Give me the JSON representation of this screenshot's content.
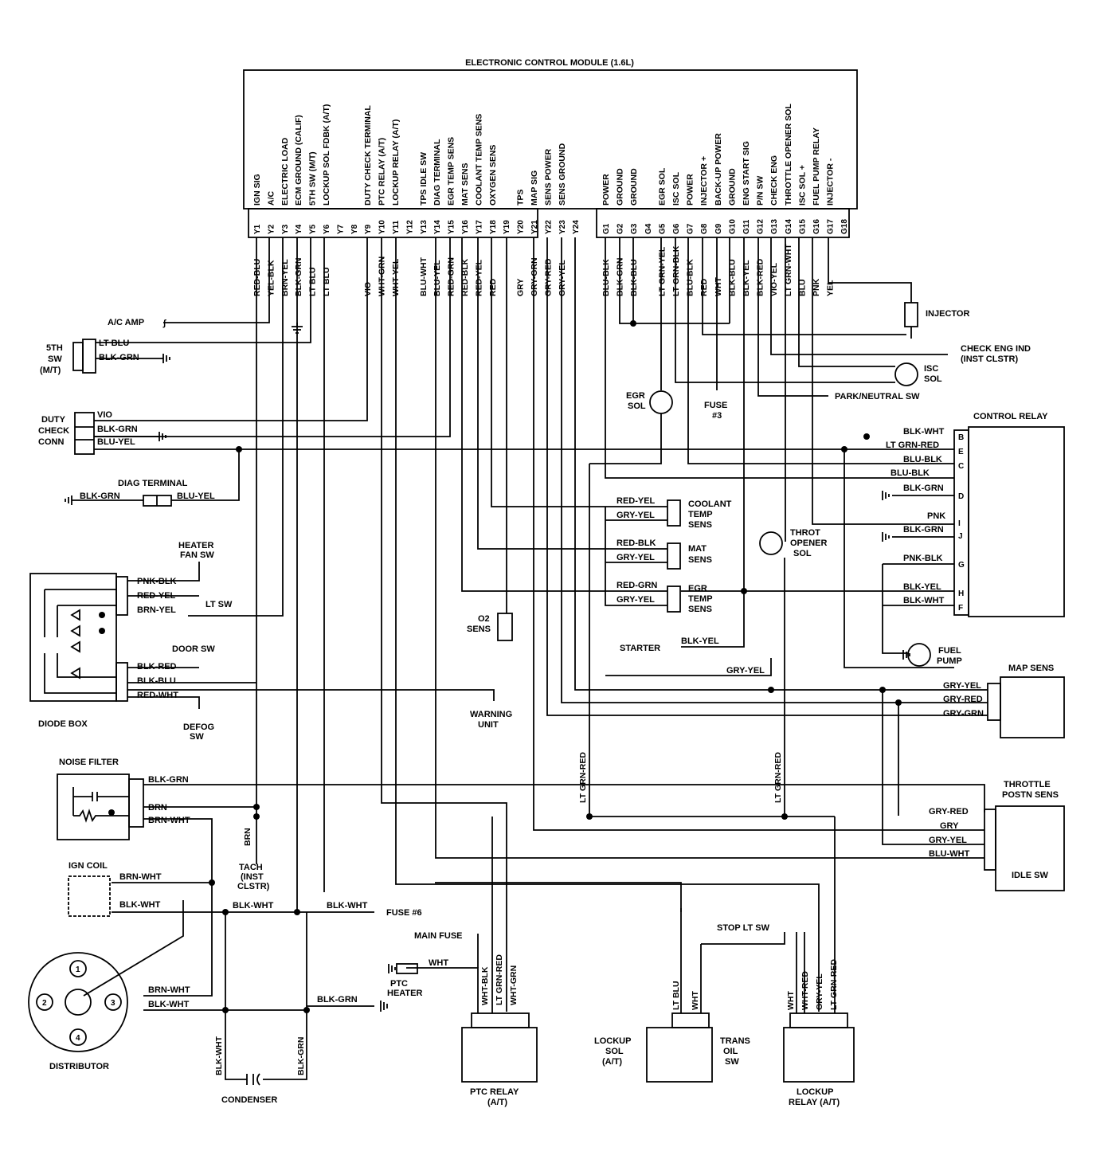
{
  "ecm": {
    "title": "ELECTRONIC CONTROL MODULE (1.6L)",
    "functions_y": [
      "IGN SIG",
      "A/C",
      "ELECTRIC LOAD",
      "ECM GROUND (CALIF)",
      "5TH SW (M/T)",
      "LOCKUP SOL FDBK (A/T)",
      "",
      "",
      "DUTY CHECK TERMINAL",
      "PTC RELAY (A/T)",
      "LOCKUP RELAY (A/T)",
      "",
      "TPS IDLE SW",
      "DIAG TERMINAL",
      "EGR TEMP SENS",
      "MAT SENS",
      "COOLANT TEMP SENS",
      "OXYGEN SENS",
      "",
      "TPS",
      "MAP SIG",
      "SENS POWER",
      "SENS GROUND"
    ],
    "pins_y": [
      "Y1",
      "Y2",
      "Y3",
      "Y4",
      "Y5",
      "Y6",
      "Y7",
      "Y8",
      "Y9",
      "Y10",
      "Y11",
      "Y12",
      "Y13",
      "Y14",
      "Y15",
      "Y16",
      "Y17",
      "Y18",
      "Y19",
      "Y20",
      "Y21",
      "Y22",
      "Y23",
      "Y24"
    ],
    "wires_y": [
      "RED-BLU",
      "YEL-BLK",
      "BRN-YEL",
      "BLK-GRN",
      "LT BLU",
      "LT BLU",
      "",
      "",
      "VIO",
      "WHT-GRN",
      "WHT-YEL",
      "",
      "BLU-WHT",
      "BLU-YEL",
      "RED-GRN",
      "RED-BLK",
      "RED-YEL",
      "RED",
      "",
      "GRY",
      "GRY-GRN",
      "GRY-RED",
      "GRY-YEL",
      ""
    ],
    "functions_g": [
      "POWER",
      "GROUND",
      "GROUND",
      "",
      "EGR SOL",
      "ISC SOL",
      "POWER",
      "INJECTOR +",
      "BACK-UP POWER",
      "GROUND",
      "ENG START SIG",
      "P/N SW",
      "CHECK ENG",
      "THROTTLE OPENER SOL",
      "ISC SOL +",
      "FUEL PUMP RELAY",
      "INJECTOR -",
      ""
    ],
    "pins_g": [
      "G1",
      "G2",
      "G3",
      "G4",
      "G5",
      "G6",
      "G7",
      "G8",
      "G9",
      "G10",
      "G11",
      "G12",
      "G13",
      "G14",
      "G15",
      "G16",
      "G17",
      "G18"
    ],
    "wires_g": [
      "BLU-BLK",
      "BLK-GRN",
      "BLK-BLU",
      "",
      "LT GRN-YEL",
      "LT GRN-BLK",
      "BLU-BLK",
      "RED",
      "WHT",
      "BLK-BLU",
      "BLK-YEL",
      "BLK-RED",
      "VIO-YEL",
      "LT GRN-WHT",
      "BLU",
      "PNK",
      "YEL",
      ""
    ]
  },
  "components": {
    "ac_amp": "A/C AMP",
    "fifth_sw": [
      "5TH",
      "SW",
      "(M/T)"
    ],
    "duty_check": [
      "DUTY",
      "CHECK",
      "CONN"
    ],
    "diag_terminal": "DIAG TERMINAL",
    "heater_fan_sw": [
      "HEATER",
      "FAN SW"
    ],
    "lt_sw": "LT SW",
    "door_sw": "DOOR SW",
    "defog_sw": [
      "DEFOG",
      "SW"
    ],
    "diode_box": "DIODE BOX",
    "warning_unit": [
      "WARNING",
      "UNIT"
    ],
    "noise_filter": "NOISE FILTER",
    "tach": [
      "TACH",
      "(INST",
      "CLSTR)"
    ],
    "ign_coil": "IGN COIL",
    "distributor": "DISTRIBUTOR",
    "distributor_terminals": [
      "1",
      "2",
      "3",
      "4"
    ],
    "condenser": "CONDENSER",
    "fuse6": "FUSE #6",
    "main_fuse": "MAIN FUSE",
    "ptc_heater": [
      "PTC",
      "HEATER"
    ],
    "ptc_relay": [
      "PTC RELAY",
      "(A/T)"
    ],
    "stop_lt_sw": "STOP LT SW",
    "lockup_sol": [
      "LOCKUP",
      "SOL",
      "(A/T)"
    ],
    "trans_oil_sw": [
      "TRANS",
      "OIL",
      "SW"
    ],
    "lockup_relay": [
      "LOCKUP",
      "RELAY (A/T)"
    ],
    "o2_sens": [
      "O2",
      "SENS"
    ],
    "starter": "STARTER",
    "coolant_temp_sens": [
      "COOLANT",
      "TEMP",
      "SENS"
    ],
    "mat_sens": [
      "MAT",
      "SENS"
    ],
    "egr_temp_sens": [
      "EGR",
      "TEMP",
      "SENS"
    ],
    "egr_sol": [
      "EGR",
      "SOL"
    ],
    "fuse3": [
      "FUSE",
      "#3"
    ],
    "injector": "INJECTOR",
    "check_eng_ind": [
      "CHECK ENG IND",
      "(INST CLSTR)"
    ],
    "isc_sol": [
      "ISC",
      "SOL"
    ],
    "park_neutral_sw": "PARK/NEUTRAL SW",
    "throt_opener_sol": [
      "THROT",
      "OPENER",
      "SOL"
    ],
    "control_relay": "CONTROL RELAY",
    "control_relay_pins": [
      "B",
      "E",
      "C",
      "D",
      "I",
      "J",
      "G",
      "H",
      "F"
    ],
    "fuel_pump": [
      "FUEL",
      "PUMP"
    ],
    "map_sens": "MAP SENS",
    "throttle_posn_sens": [
      "THROTTLE",
      "POSTN SENS"
    ],
    "idle_sw": "IDLE SW"
  },
  "wires": {
    "lt_blu": "LT BLU",
    "blk_grn": "BLK-GRN",
    "vio": "VIO",
    "blu_yel": "BLU-YEL",
    "pnk_blk": "PNK-BLK",
    "red_yel": "RED-YEL",
    "brn_yel": "BRN-YEL",
    "blk_red": "BLK-RED",
    "blk_blu": "BLK-BLU",
    "red_wht": "RED-WHT",
    "brn": "BRN",
    "brn_wht": "BRN-WHT",
    "blk_wht": "BLK-WHT",
    "wht": "WHT",
    "wht_blk": "WHT-BLK",
    "lt_grn_red": "LT GRN-RED",
    "wht_grn": "WHT-GRN",
    "wht_red": "WHT-RED",
    "gry_yel": "GRY-YEL",
    "red_blk": "RED-BLK",
    "red_grn": "RED-GRN",
    "blk_yel": "BLK-YEL",
    "blu_blk": "BLU-BLK",
    "pnk": "PNK",
    "gry_red": "GRY-RED",
    "gry_grn": "GRY-GRN",
    "gry": "GRY",
    "blu_wht": "BLU-WHT"
  }
}
